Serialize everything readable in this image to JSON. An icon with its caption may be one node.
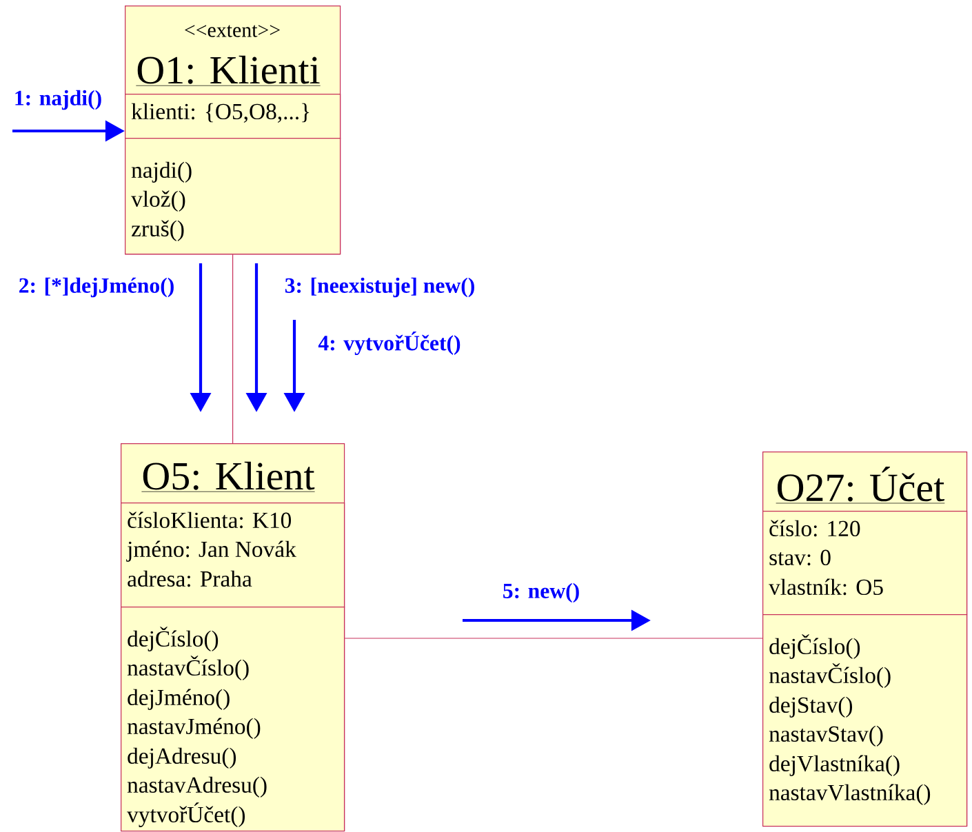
{
  "diagram": {
    "nodes": [
      {
        "text": [
          "<<extent>>",
          "O1: Klienti"
        ]
      },
      {
        "text": [
          "klienti: {O5,O8,...}"
        ],
        "in": 0
      },
      {
        "text": [
          "najdi()",
          "vlož()",
          "zruš()"
        ],
        "in": 0
      },
      {
        "text": [
          "O5: Klient"
        ]
      },
      {
        "text": [
          "čísloKlienta: K10",
          "jméno: Jan Novák",
          "adresa: Praha"
        ],
        "in": 3
      },
      {
        "text": [
          "dejČíslo()",
          "nastavČíslo()",
          "dejJméno()",
          "nastavJméno()",
          "dejAdresu()",
          "nastavAdresu()",
          "vytvořÚčet()"
        ],
        "in": 3
      },
      {
        "text": [
          "O27: Účet"
        ]
      },
      {
        "text": [
          "číslo: 120",
          "stav: 0",
          "vlastník: O5"
        ],
        "in": 6
      },
      {
        "text": [
          "dejČíslo()",
          "nastavČíslo()",
          "dejStav()",
          "nastavStav()",
          "dejVlastníka()",
          "nastavVlastníka()"
        ],
        "in": 6
      }
    ],
    "edges": [
      {
        "from": null,
        "to": 0,
        "arrow": "to",
        "label": "1: najdi()",
        "style": "thick",
        "color": "#0000ff"
      },
      {
        "from": 0,
        "to": 3,
        "arrow": "none"
      },
      {
        "from": 3,
        "to": 6,
        "arrow": "none"
      }
    ],
    "labels": [
      "2: [*]dejJméno()",
      "3: [neexistuje] new()",
      "4: vytvořÚčet()",
      "5: new()"
    ]
  }
}
